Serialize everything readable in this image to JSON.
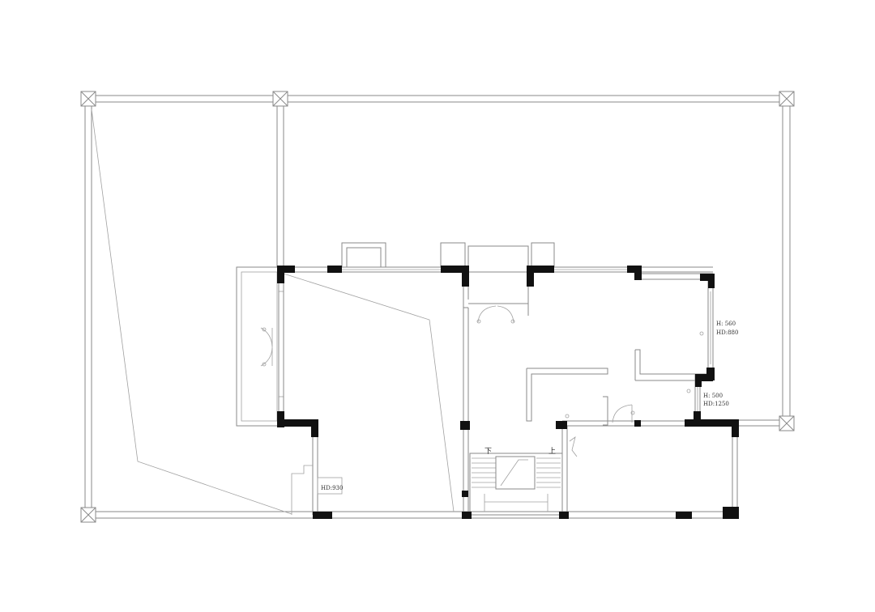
{
  "annotations": {
    "window_1": {
      "h": "H: 560",
      "hd": "HD:880"
    },
    "window_2": {
      "h": "H: 500",
      "hd": "HD:1250"
    },
    "window_3": {
      "hd": "HD:930"
    }
  },
  "stairs": {
    "down": "下",
    "up": "上"
  },
  "colors": {
    "wall_line": "#8a8a8a",
    "column_fill": "#111111",
    "background": "#ffffff"
  }
}
